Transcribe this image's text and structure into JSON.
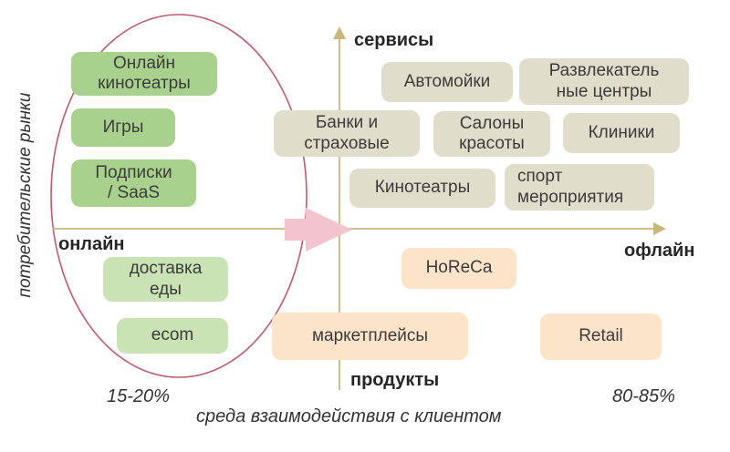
{
  "colors": {
    "box_green_dark": "#a9d18e",
    "box_green_light": "#c9e3b5",
    "box_beige": "#e0ddcb",
    "box_peach": "#fce4c9",
    "axis": "#c9b87b",
    "arrow": "#f2c5ce",
    "ellipse": "#c05a6e",
    "text": "#3c3c3c"
  },
  "axis_labels": {
    "top": "сервисы",
    "bottom": "продукты",
    "left": "онлайн",
    "right": "офлайн"
  },
  "side_titles": {
    "vertical": "потребительские рынки",
    "horizontal": "среда взаимодействия с клиентом"
  },
  "percentages": {
    "online": "15-20%",
    "offline": "80-85%"
  },
  "quadrants": {
    "services_online": {
      "items": [
        "Онлайн\nкинотеатры",
        "Игры",
        "Подписки\n/ SaaS"
      ]
    },
    "services_offline": {
      "items": [
        "Банки и\nстраховые",
        "Автомойки",
        "Развлекатель\nные центры",
        "Салоны\nкрасоты",
        "Клиники",
        "Кинотеатры",
        "спорт\nмероприятия"
      ]
    },
    "products_online": {
      "items": [
        "доставка\nеды",
        "ecom"
      ]
    },
    "products_offline": {
      "items": [
        "HoReCa",
        "маркетплейсы",
        "Retail"
      ]
    }
  }
}
